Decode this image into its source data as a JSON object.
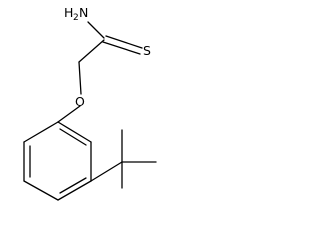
{
  "molecule": {
    "atoms": {
      "nh2_main": "H",
      "nh2_sub": "2",
      "nh2_n": "N",
      "sulfur": "S",
      "oxygen": "O"
    }
  },
  "colors": {
    "bond": "#000000",
    "label": "#000000",
    "background": "#ffffff"
  }
}
